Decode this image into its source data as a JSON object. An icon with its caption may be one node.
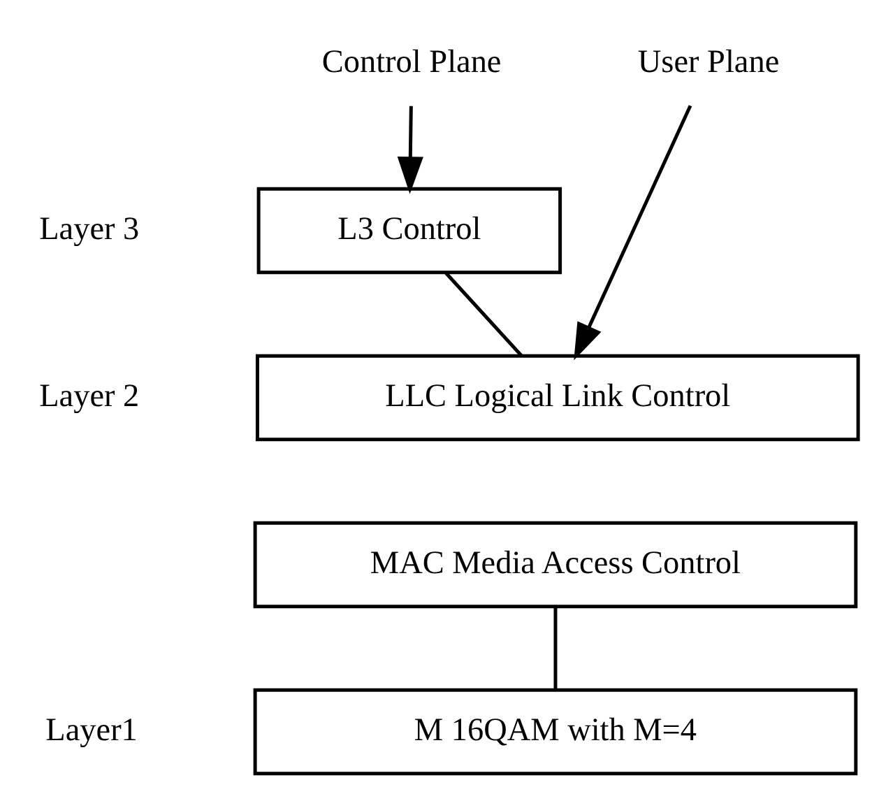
{
  "diagram": {
    "nodes": [
      {
        "text": [
          "Control Plane"
        ]
      },
      {
        "text": [
          "User Plane"
        ]
      },
      {
        "text": [
          "L3 Control"
        ]
      },
      {
        "text": [
          "LLC Logical Link Control"
        ]
      },
      {
        "text": [
          "MAC Media Access Control"
        ]
      },
      {
        "text": [
          "M 16QAM with M=4"
        ]
      }
    ],
    "edges": [
      {
        "from": 0,
        "to": 2,
        "arrow": "to"
      },
      {
        "from": 1,
        "to": 3,
        "arrow": "to"
      },
      {
        "from": 2,
        "to": 3,
        "arrow": "none"
      },
      {
        "from": 4,
        "to": 5,
        "arrow": "none"
      }
    ],
    "labels": [
      "Layer 3",
      "Layer 2",
      "Layer1"
    ]
  }
}
